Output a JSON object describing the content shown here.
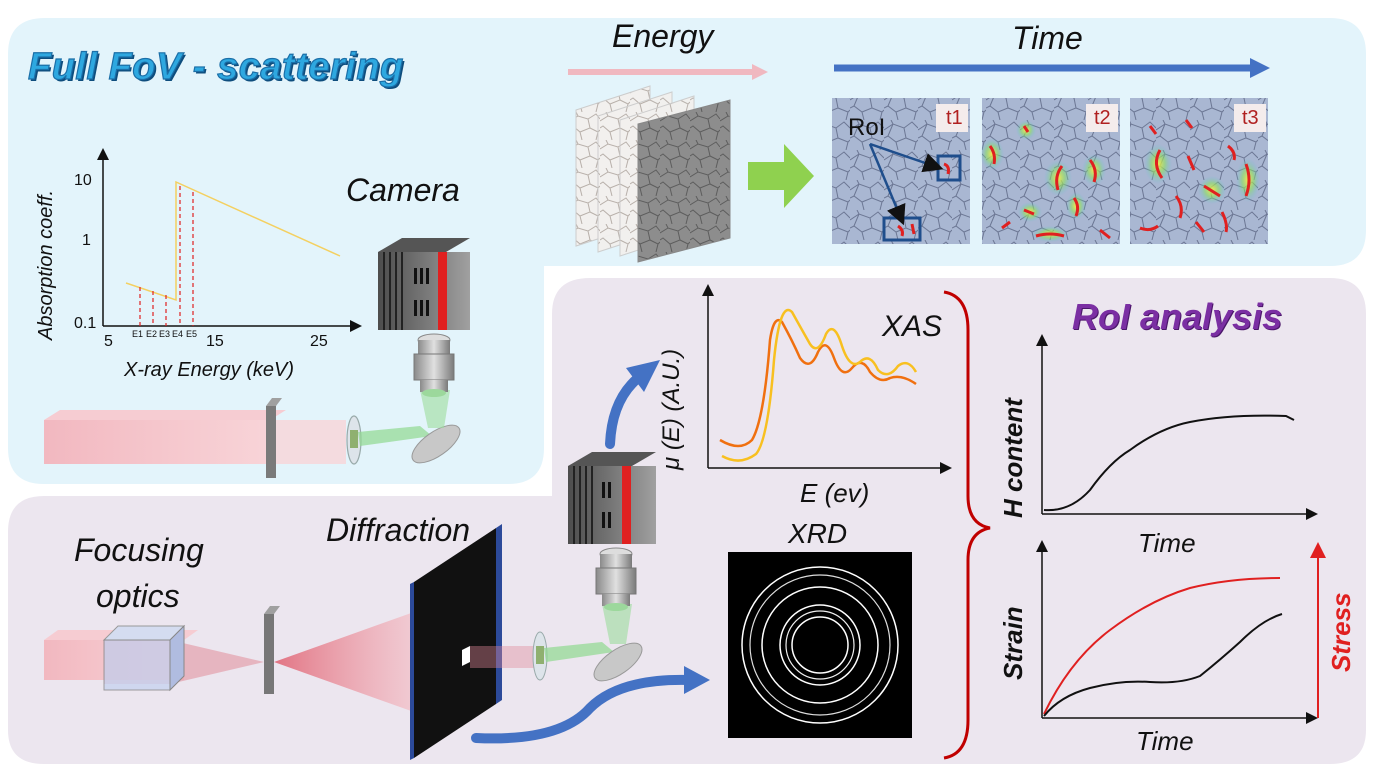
{
  "top_panel": {
    "title": "Full FoV - scattering",
    "energy_label": "Energy",
    "time_label": "Time",
    "camera_label": "Camera",
    "roi_label": "RoI",
    "frames": [
      "t1",
      "t2",
      "t3"
    ]
  },
  "absorption_plot": {
    "ylabel": "Absorption coeff.",
    "xlabel": "X-ray Energy (keV)",
    "yticks": [
      "10",
      "1",
      "0.1"
    ],
    "xticks": [
      "5",
      "15",
      "25"
    ],
    "edge_labels": [
      "E1",
      "E2",
      "E3",
      "E4",
      "E5"
    ]
  },
  "bottom_panel": {
    "focusing_label_1": "Focusing",
    "focusing_label_2": "optics",
    "diffraction_label": "Diffraction",
    "xrd_label": "XRD"
  },
  "xas_plot": {
    "title": "XAS",
    "ylabel": "μ (E) (A.U.)",
    "xlabel": "E (ev)"
  },
  "roi_analysis": {
    "title": "RoI analysis",
    "h_ylabel": "H content",
    "h_xlabel": "Time",
    "strain_ylabel": "Strain",
    "stress_label": "Stress",
    "s_xlabel": "Time"
  },
  "colors": {
    "top_bg": "#e3f4fb",
    "bottom_bg": "#ece6ef",
    "arrow_blue": "#4472c4",
    "stress_red": "#e02020",
    "title_blue": "#2ea8e0",
    "title_purple": "#7b2fa3"
  }
}
